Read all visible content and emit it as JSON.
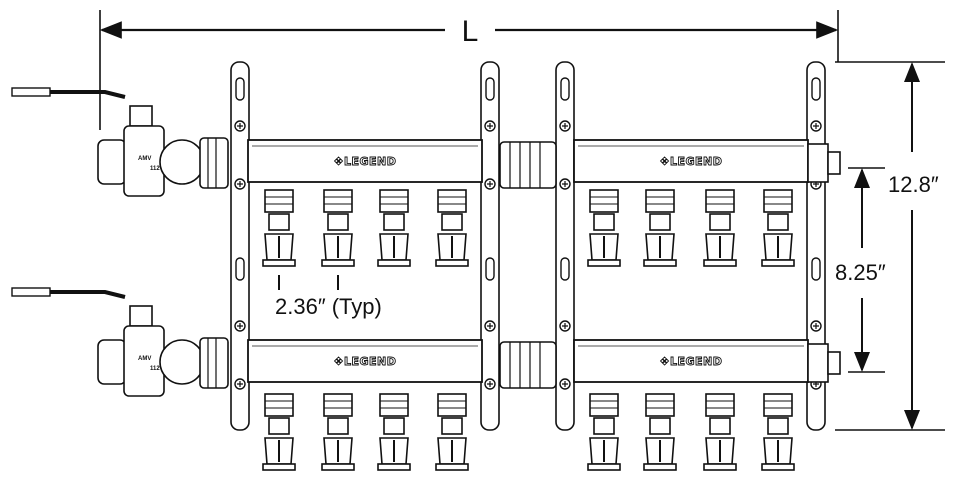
{
  "dimensions": {
    "overall_length": "L",
    "overall_height": "12.8″",
    "header_spacing": "8.25″",
    "outlet_spacing": "2.36″ (Typ)"
  },
  "manifold": {
    "brand_label": "❖LEGEND",
    "ball_valve_mark": "AMV",
    "ball_valve_size": "112"
  }
}
